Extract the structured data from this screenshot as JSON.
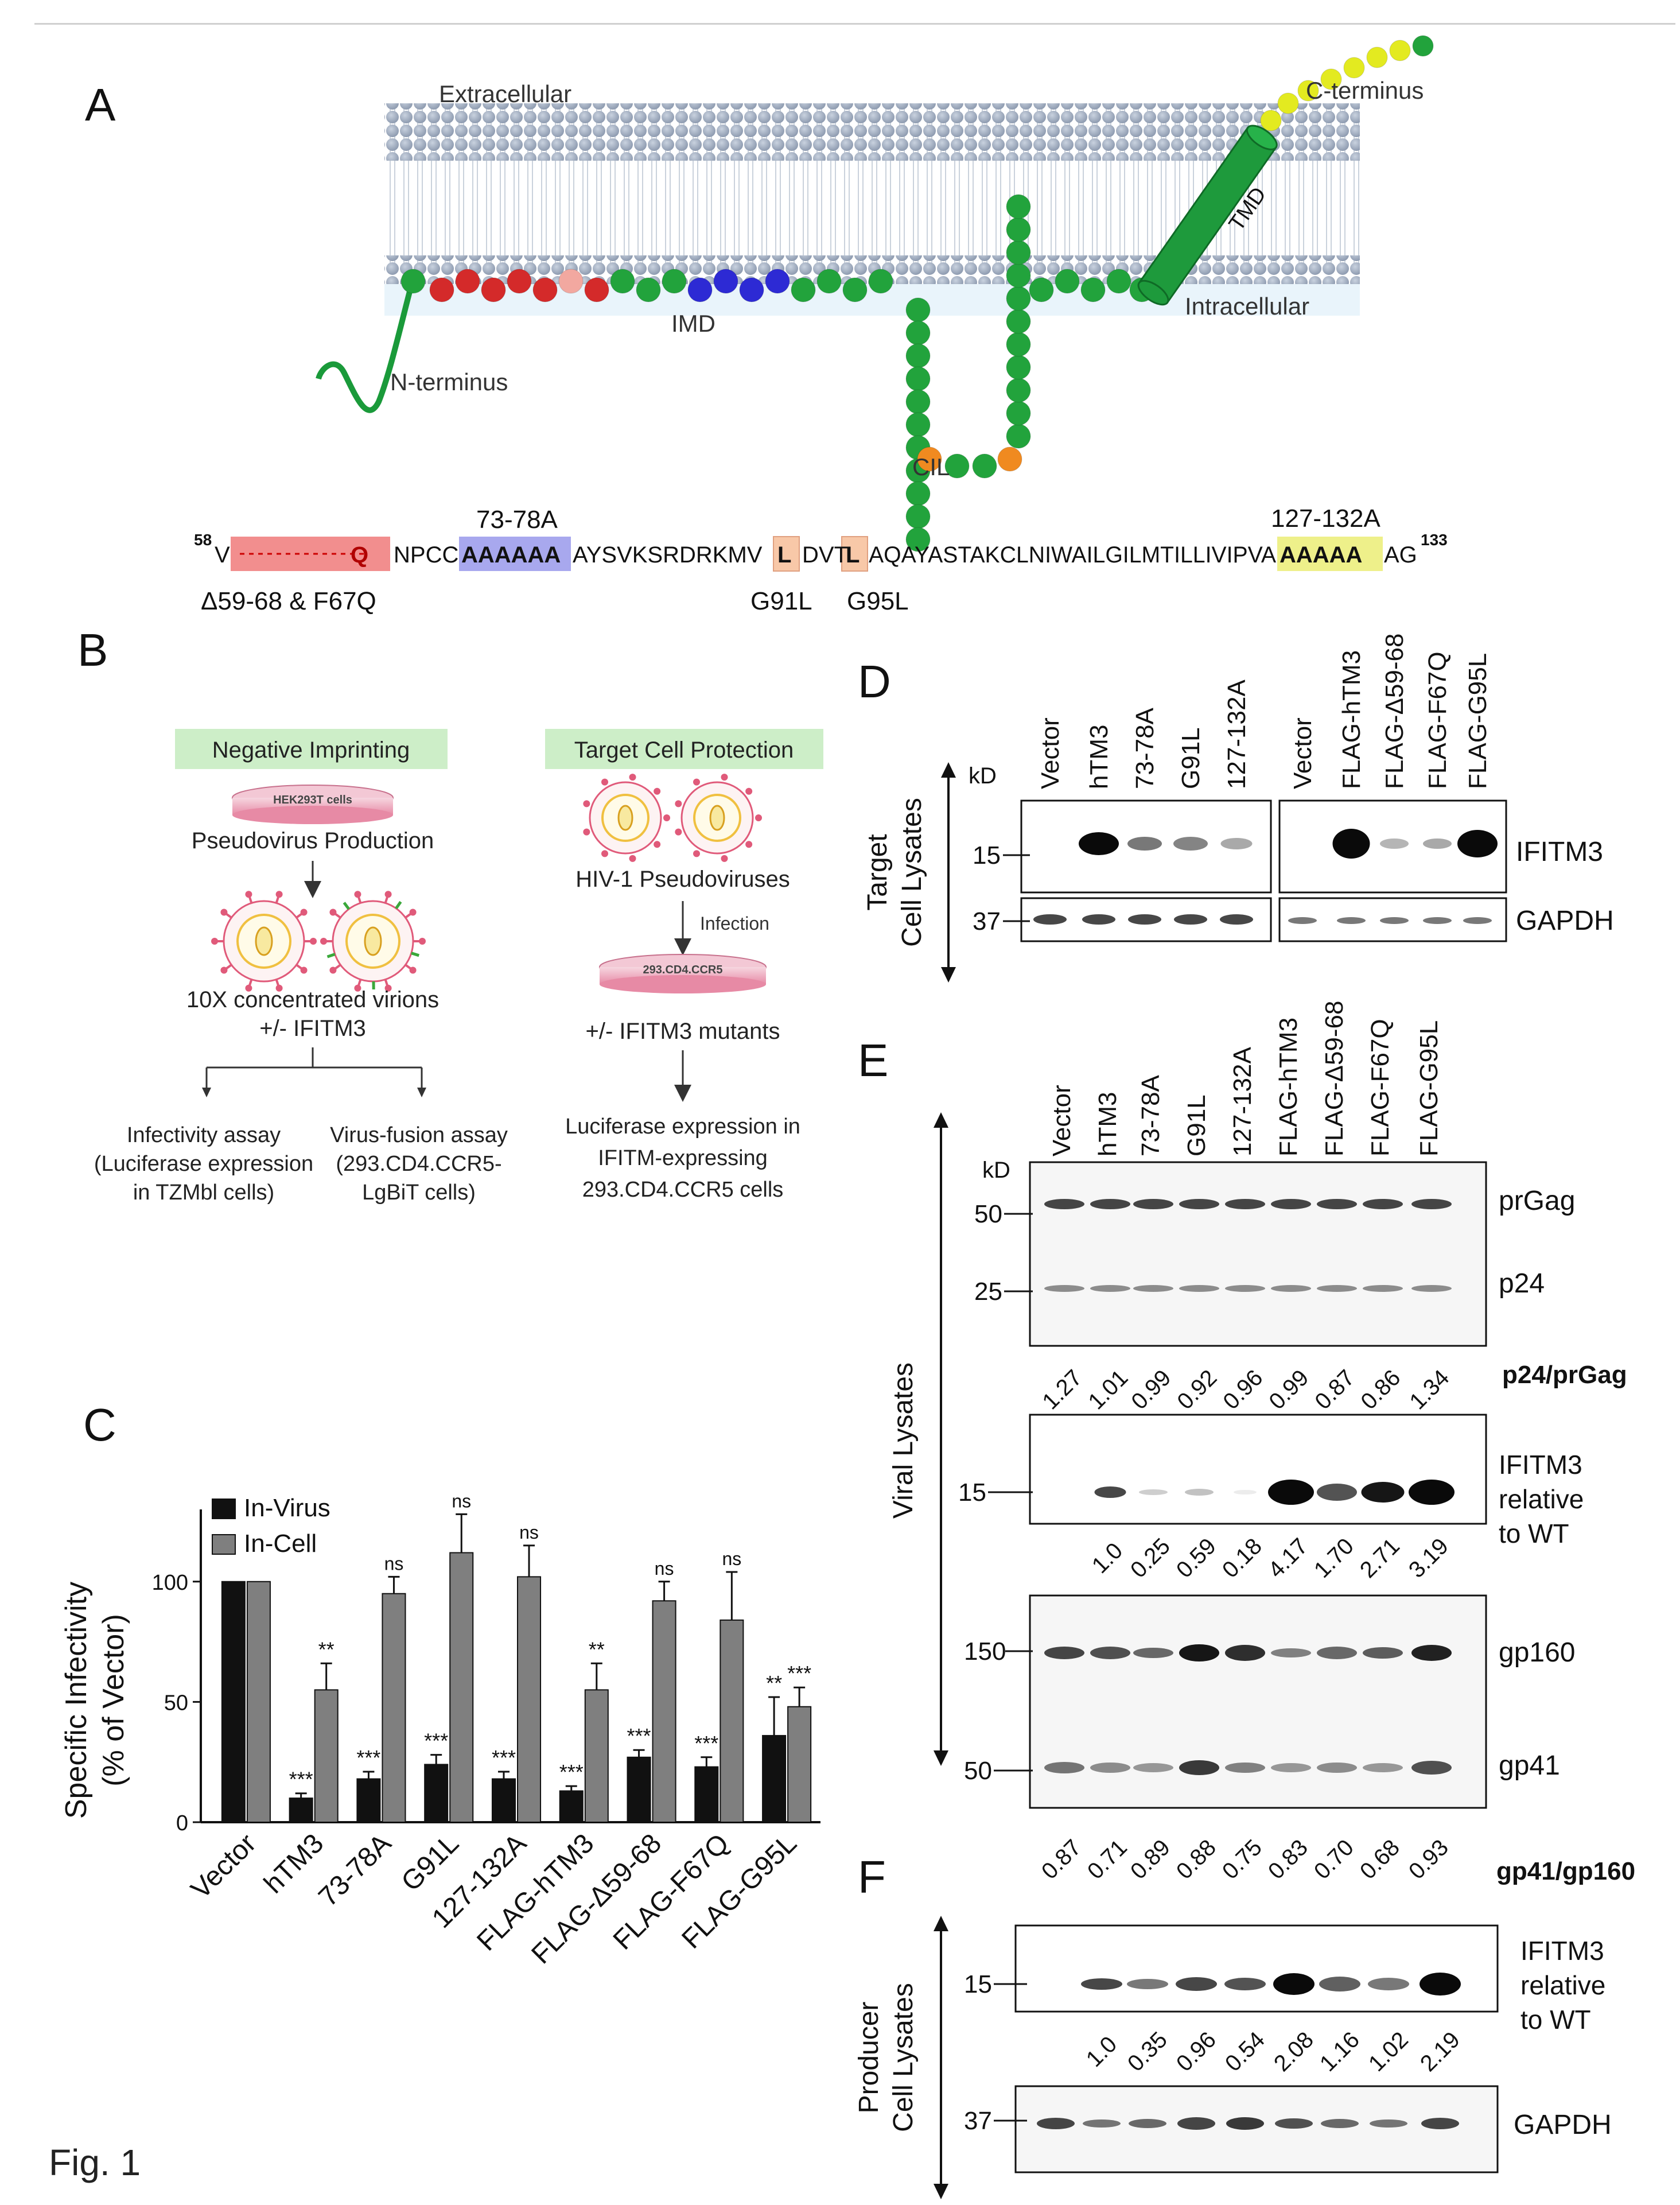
{
  "figure": {
    "caption": "Fig. 1"
  },
  "panel_a": {
    "letter": "A",
    "labels": {
      "extracellular": "Extracellular",
      "intracellular": "Intracellular",
      "c_terminus": "C-terminus",
      "n_terminus": "N-terminus",
      "tmd": "TMD",
      "imd": "IMD",
      "cil": "CIL"
    },
    "sequence": {
      "start_sup": "58",
      "start_residue": "V",
      "deletion_box_residue": "Q",
      "part1": "NPCC",
      "ala1": "AAAAAA",
      "part2": "AYSVKSRDRKMV",
      "mut1": "L",
      "part3": "DVT",
      "mut2": "L",
      "part4": "AQAYASTAKCLNIWAILGILMTILLIVIPVA",
      "ala2": "AAAAA",
      "part5": "AG",
      "end_sup": "133"
    },
    "annotations": {
      "ala1_label": "73-78A",
      "ala2_label": "127-132A",
      "deletion_label": "Δ59-68 & F67Q",
      "g91l": "G91L",
      "g95l": "G95L"
    }
  },
  "panel_b": {
    "letter": "B",
    "left_header": "Negative Imprinting",
    "right_header": "Target Cell Protection",
    "dish_left": "HEK293T cells",
    "dish_right": "293.CD4.CCR5",
    "pseudovirus_production": "Pseudovirus Production",
    "concentrated_line1": "10X concentrated virions",
    "concentrated_line2": "+/- IFITM3",
    "infectivity": [
      "Infectivity assay",
      "(Luciferase expression",
      "in TZMbl cells)"
    ],
    "fusion": [
      "Virus-fusion assay",
      "(293.CD4.CCR5-",
      "LgBiT cells)"
    ],
    "hiv_pseudo": "HIV-1 Pseudoviruses",
    "infection": "Infection",
    "mutants": "+/- IFITM3 mutants",
    "luciferase": [
      "Luciferase expression in",
      "IFITM-expressing",
      "293.CD4.CCR5 cells"
    ]
  },
  "chart_data": {
    "type": "bar",
    "categories": [
      "Vector",
      "hTM3",
      "73-78A",
      "G91L",
      "127-132A",
      "FLAG-hTM3",
      "FLAG-Δ59-68",
      "FLAG-F67Q",
      "FLAG-G95L"
    ],
    "series": [
      {
        "name": "In-Virus",
        "color": "#111111",
        "values": [
          100,
          10,
          18,
          24,
          18,
          13,
          27,
          23,
          36
        ],
        "errors": [
          0,
          2,
          3,
          4,
          3,
          2,
          3,
          4,
          16
        ],
        "sig": [
          "",
          "***",
          "***",
          "***",
          "***",
          "***",
          "***",
          "***",
          "**"
        ]
      },
      {
        "name": "In-Cell",
        "color": "#7f7f7f",
        "values": [
          100,
          55,
          95,
          112,
          102,
          55,
          92,
          84,
          48
        ],
        "errors": [
          0,
          11,
          7,
          16,
          13,
          11,
          8,
          20,
          8
        ],
        "sig": [
          "",
          "**",
          "ns",
          "ns",
          "ns",
          "**",
          "ns",
          "ns",
          "***"
        ]
      }
    ],
    "ylabel": [
      "Specific Infectivity",
      "(% of Vector)"
    ],
    "ylim": [
      0,
      130
    ],
    "yticks": [
      0,
      50,
      100
    ],
    "legend_position": "top-left",
    "letter": "C"
  },
  "panel_d": {
    "letter": "D",
    "lanes_left": [
      "Vector",
      "hTM3",
      "73-78A",
      "G91L",
      "127-132A"
    ],
    "lanes_right": [
      "Vector",
      "FLAG-hTM3",
      "FLAG-Δ59-68",
      "FLAG-F67Q",
      "FLAG-G95L"
    ],
    "kd": "kD",
    "marker_15": "15",
    "marker_37": "37",
    "side_label": [
      "Target",
      "Cell Lysates"
    ],
    "band_ifitm3": "IFITM3",
    "band_gapdh": "GAPDH"
  },
  "panel_e": {
    "letter": "E",
    "lanes": [
      "Vector",
      "hTM3",
      "73-78A",
      "G91L",
      "127-132A",
      "FLAG-hTM3",
      "FLAG-Δ59-68",
      "FLAG-F67Q",
      "FLAG-G95L"
    ],
    "kd": "kD",
    "side_label": "Viral Lysates",
    "m50": "50",
    "m25": "25",
    "m15": "15",
    "m150": "150",
    "prgag": "prGag",
    "p24": "p24",
    "p24_ratio_label": "p24/prGag",
    "p24_ratios": [
      "1.27",
      "1.01",
      "0.99",
      "0.92",
      "0.96",
      "0.99",
      "0.87",
      "0.86",
      "1.34"
    ],
    "ifitm3_label": [
      "IFITM3",
      "relative",
      "to WT"
    ],
    "ifitm3_values": [
      "1.0",
      "0.25",
      "0.59",
      "0.18",
      "4.17",
      "1.70",
      "2.71",
      "3.19"
    ],
    "gp160": "gp160",
    "gp41": "gp41",
    "gp_ratio_label": "gp41/gp160",
    "gp_ratios": [
      "0.87",
      "0.71",
      "0.89",
      "0.88",
      "0.75",
      "0.83",
      "0.70",
      "0.68",
      "0.93"
    ]
  },
  "panel_f": {
    "letter": "F",
    "side_label": [
      "Producer",
      "Cell Lysates"
    ],
    "m15": "15",
    "m37": "37",
    "ifitm3_label": [
      "IFITM3",
      "relative",
      "to WT"
    ],
    "ifitm3_values": [
      "1.0",
      "0.35",
      "0.96",
      "0.54",
      "2.08",
      "1.16",
      "1.02",
      "2.19"
    ],
    "gapdh": "GAPDH"
  }
}
